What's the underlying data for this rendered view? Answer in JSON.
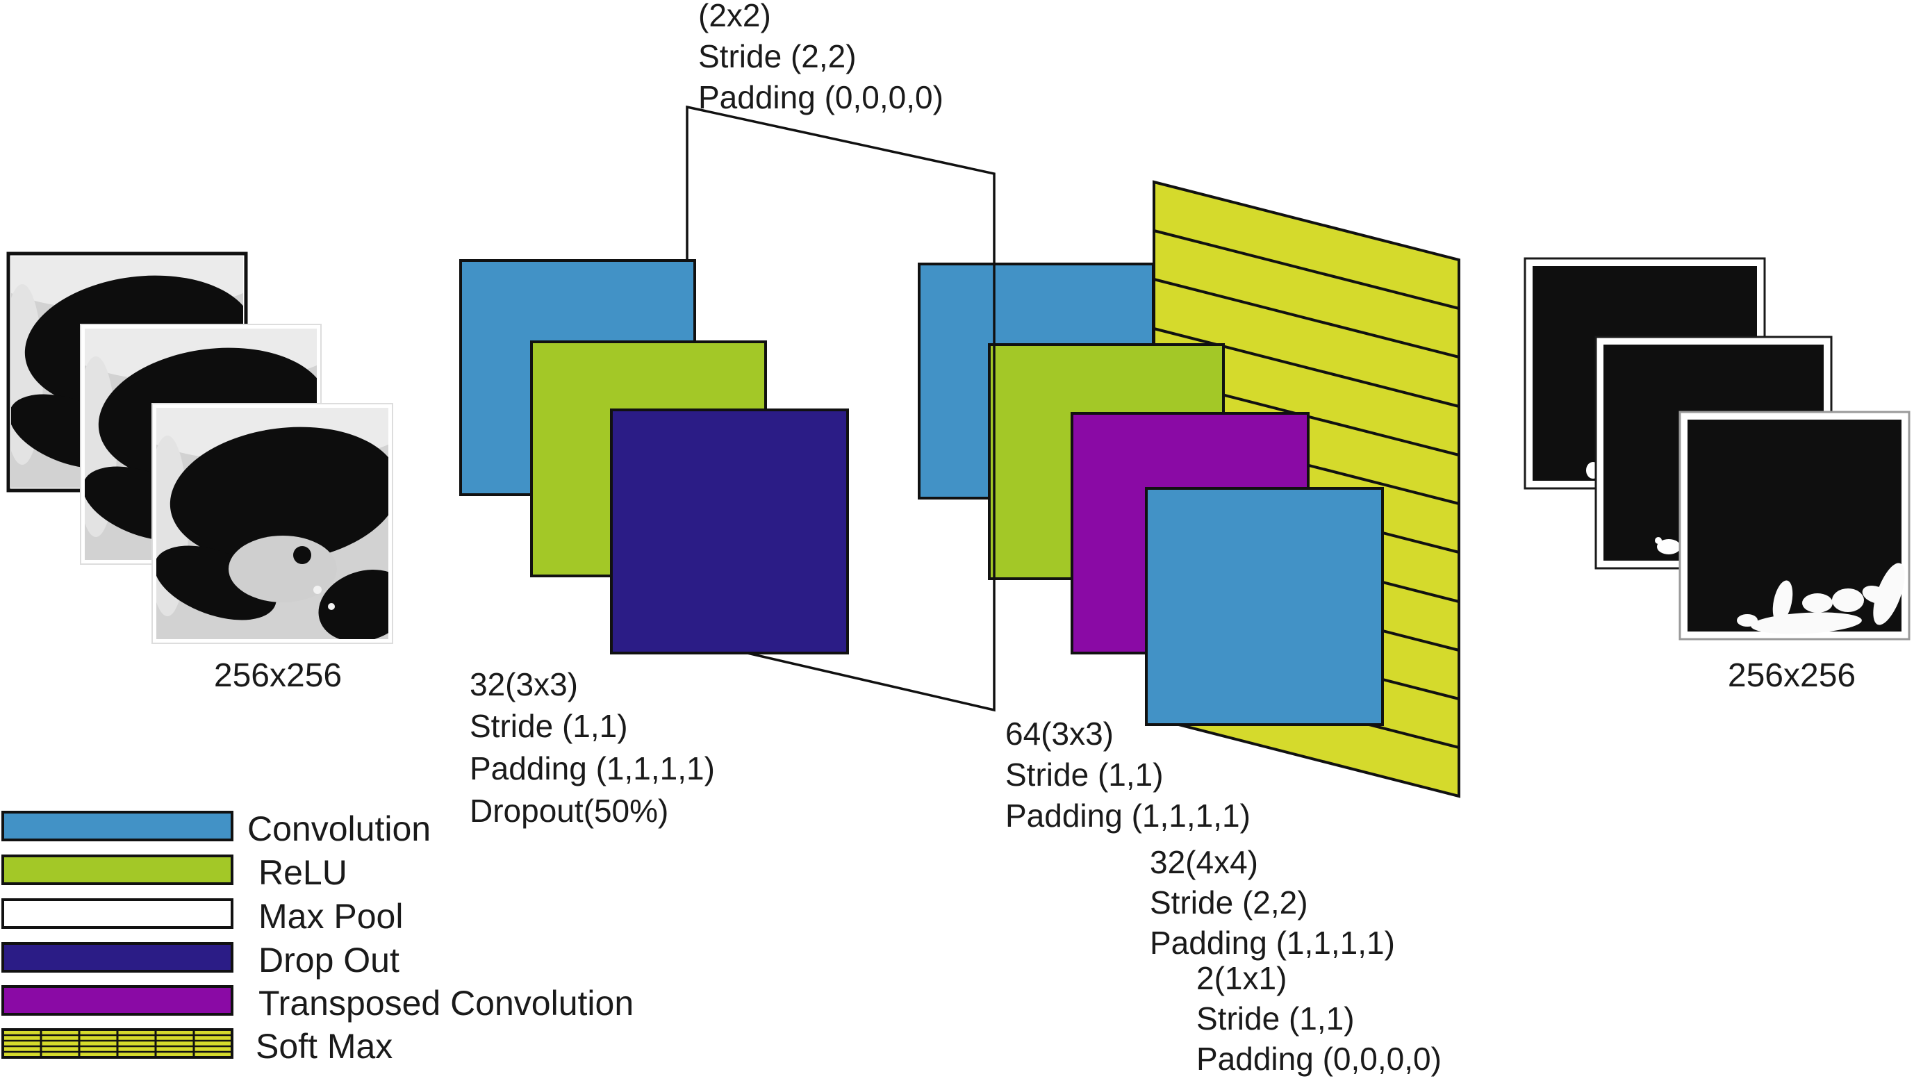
{
  "figure": {
    "input": {
      "label": "256x256"
    },
    "output": {
      "label": "256x256"
    },
    "annotations": {
      "maxpool": [
        "(2x2)",
        "Stride (2,2)",
        "Padding (0,0,0,0)"
      ],
      "conv1": [
        "32(3x3)",
        "Stride (1,1)",
        "Padding (1,1,1,1)",
        "Dropout(50%)"
      ],
      "conv2": [
        "64(3x3)",
        "Stride (1,1)",
        "Padding (1,1,1,1)"
      ],
      "transposed_conv": [
        "32(4x4)",
        "Stride (2,2)",
        "Padding (1,1,1,1)"
      ],
      "final_conv": [
        "2(1x1)",
        "Stride (1,1)",
        "Padding (0,0,0,0)"
      ]
    },
    "legend": [
      {
        "id": "convolution",
        "label": "Convolution",
        "color": "#4292C6"
      },
      {
        "id": "relu",
        "label": "ReLU",
        "color": "#A3C827"
      },
      {
        "id": "maxpool",
        "label": "Max Pool",
        "color": "#FFFFFF"
      },
      {
        "id": "dropout",
        "label": "Drop Out",
        "color": "#2B1C86"
      },
      {
        "id": "transposed-convolution",
        "label": "Transposed Convolution",
        "color": "#8A0AA5"
      },
      {
        "id": "softmax",
        "label": "Soft Max",
        "color": "#D5DA2C"
      }
    ],
    "colors": {
      "convolution": "#4292C6",
      "relu": "#A3C827",
      "maxpool": "#FFFFFF",
      "dropout": "#2B1C86",
      "transposed_convolution": "#8A0AA5",
      "softmax": "#D5DA2C"
    }
  }
}
